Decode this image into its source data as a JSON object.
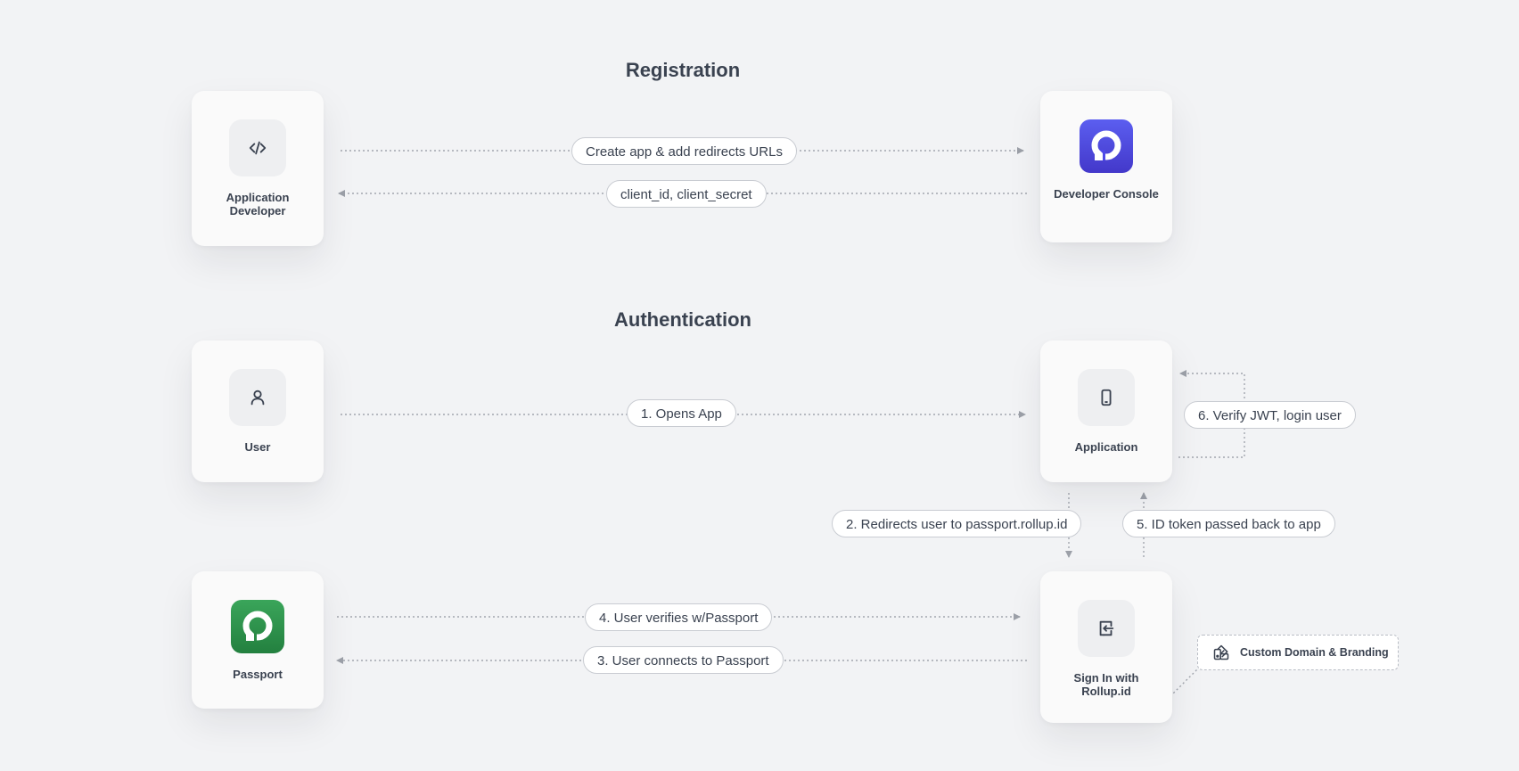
{
  "registration": {
    "title": "Registration",
    "app_developer_label": "Application Developer",
    "developer_console_label": "Developer Console",
    "step_create": "Create app & add redirects URLs",
    "step_credentials": "client_id, client_secret"
  },
  "authentication": {
    "title": "Authentication",
    "user_label": "User",
    "application_label": "Application",
    "passport_label": "Passport",
    "signin_label": "Sign In with Rollup.id",
    "step1": "1. Opens App",
    "step2": "2. Redirects user to passport.rollup.id",
    "step3": "3. User connects to Passport",
    "step4": "4. User verifies w/Passport",
    "step5": "5. ID token passed back to app",
    "step6": "6. Verify JWT, login user",
    "custom_domain": "Custom Domain & Branding"
  },
  "icons": {
    "app_developer": "code-icon",
    "developer_console": "rollup-logo-icon",
    "user": "user-icon",
    "application": "mobile-phone-icon",
    "passport": "passport-logo-icon",
    "signin": "sign-in-icon",
    "custom_domain": "branding-icon"
  },
  "colors": {
    "background": "#f2f3f5",
    "card": "#fafafa",
    "connector": "#9ca0a8",
    "console_logo": "#4f46e5",
    "passport_logo": "#2f8f4a"
  }
}
